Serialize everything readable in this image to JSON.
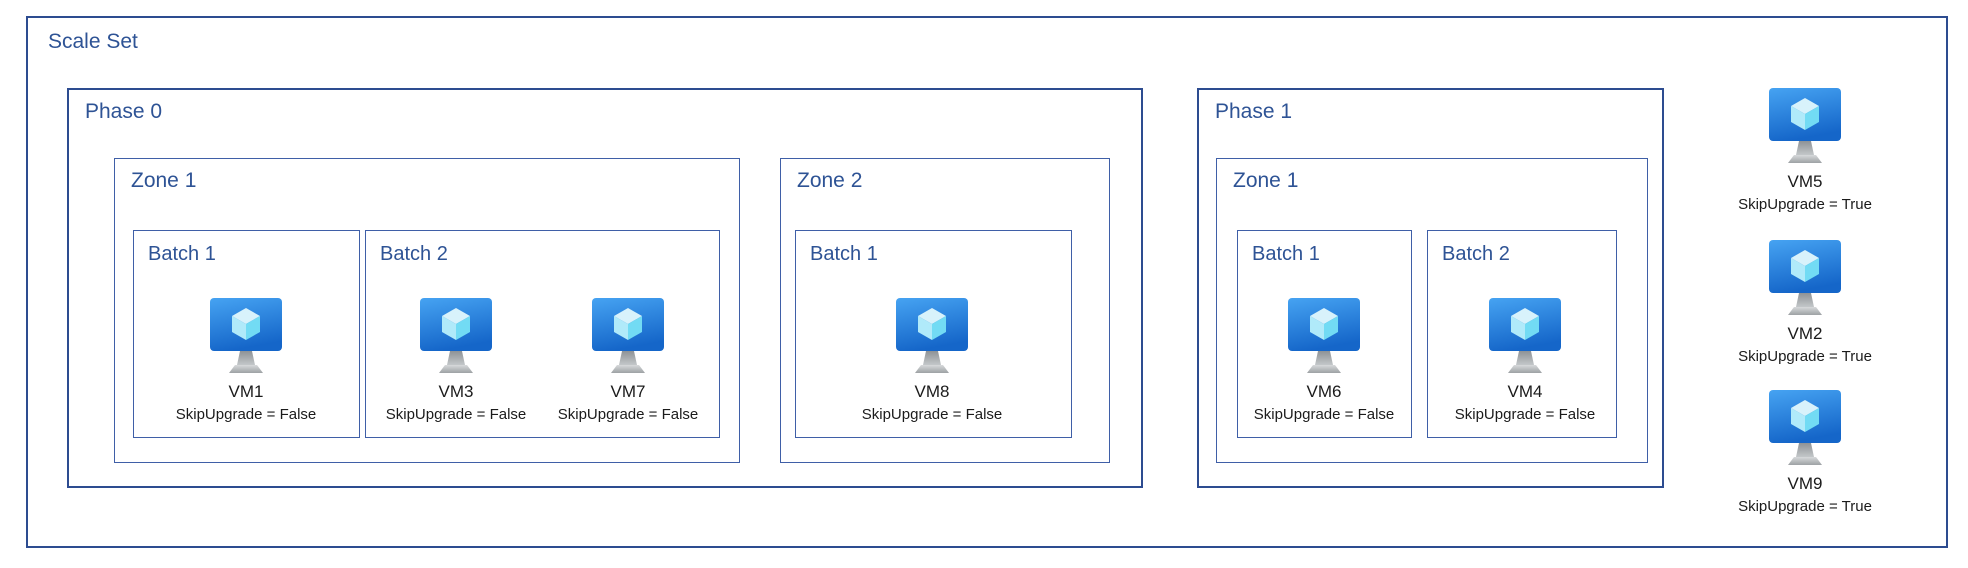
{
  "diagram": {
    "title": "Scale Set",
    "colors": {
      "outer_border": "#2d4c90",
      "inner_border": "#3f5fa7",
      "label_text": "#2e5395",
      "vm_text": "#1b1b1b",
      "vm_screen_top": "#46a3f2",
      "vm_screen_bottom": "#1566c9",
      "cube_top": "#d8f2fb",
      "cube_left": "#b0eafa",
      "cube_right": "#72dbf4",
      "stand_gray": "#a9adb0"
    },
    "phases": [
      {
        "label": "Phase 0",
        "zones": [
          {
            "label": "Zone 1",
            "batches": [
              {
                "label": "Batch 1",
                "vms": [
                  {
                    "name": "VM1",
                    "skip_upgrade": "SkipUpgrade = False"
                  }
                ]
              },
              {
                "label": "Batch 2",
                "vms": [
                  {
                    "name": "VM3",
                    "skip_upgrade": "SkipUpgrade = False"
                  },
                  {
                    "name": "VM7",
                    "skip_upgrade": "SkipUpgrade = False"
                  }
                ]
              }
            ]
          },
          {
            "label": "Zone 2",
            "batches": [
              {
                "label": "Batch 1",
                "vms": [
                  {
                    "name": "VM8",
                    "skip_upgrade": "SkipUpgrade = False"
                  }
                ]
              }
            ]
          }
        ]
      },
      {
        "label": "Phase 1",
        "zones": [
          {
            "label": "Zone 1",
            "batches": [
              {
                "label": "Batch 1",
                "vms": [
                  {
                    "name": "VM6",
                    "skip_upgrade": "SkipUpgrade = False"
                  }
                ]
              },
              {
                "label": "Batch 2",
                "vms": [
                  {
                    "name": "VM4",
                    "skip_upgrade": "SkipUpgrade = False"
                  }
                ]
              }
            ]
          }
        ]
      }
    ],
    "standalone_vms": [
      {
        "name": "VM5",
        "skip_upgrade": "SkipUpgrade = True"
      },
      {
        "name": "VM2",
        "skip_upgrade": "SkipUpgrade = True"
      },
      {
        "name": "VM9",
        "skip_upgrade": "SkipUpgrade = True"
      }
    ]
  }
}
